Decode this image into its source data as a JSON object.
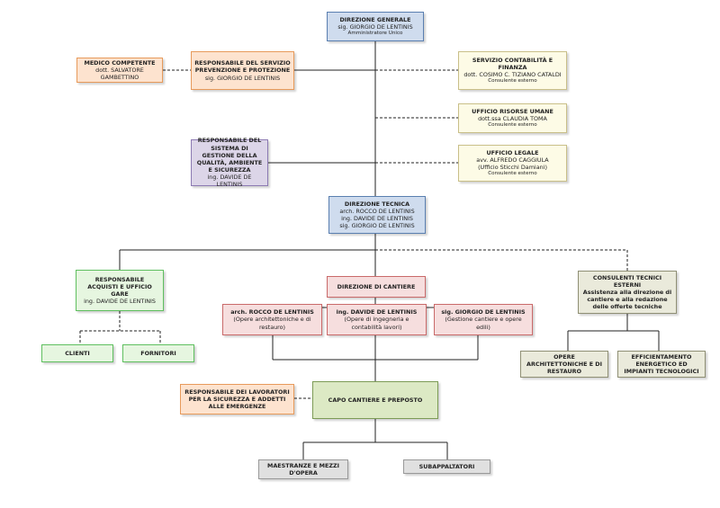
{
  "dg": {
    "title": "DIREZIONE GENERALE",
    "name": "sig. GIORGIO DE LENTINIS",
    "role": "Amministratore Unico"
  },
  "mc": {
    "title": "MEDICO COMPETENTE",
    "name": "dott. SALVATORE GAMBETTINO"
  },
  "rspp": {
    "title": "RESPONSABILE DEL SERVIZIO PREVENZIONE E PROTEZIONE",
    "name": "sig. GIORGIO DE LENTINIS"
  },
  "sc": {
    "title": "SERVIZIO CONTABILITÀ E FINANZA",
    "name": "dott. COSIMO C. TIZIANO CATALDI",
    "role": "Consulente esterno"
  },
  "ur": {
    "title": "UFFICIO RISORSE UMANE",
    "name": "dott.ssa CLAUDIA TOMA",
    "role": "Consulente esterno"
  },
  "ul": {
    "title": "UFFICIO LEGALE",
    "name": "avv. ALFREDO CAGGIULA",
    "sub": "(Ufficio Sticchi Damiani)",
    "role": "Consulente esterno"
  },
  "rsg": {
    "title": "RESPONSABILE DEL SISTEMA DI GESTIONE DELLA QUALITÀ, AMBIENTE E SICUREZZA",
    "name": "ing. DAVIDE DE LENTINIS"
  },
  "dt": {
    "title": "DIREZIONE TECNICA",
    "n1": "arch. ROCCO DE LENTINIS",
    "n2": "ing. DAVIDE DE LENTINIS",
    "n3": "sig. GIORGIO DE LENTINIS"
  },
  "acq": {
    "title": "RESPONSABILE ACQUISTI E UFFICIO GARE",
    "name": "ing. DAVIDE DE LENTINIS"
  },
  "clienti": {
    "title": "CLIENTI"
  },
  "fornitori": {
    "title": "FORNITORI"
  },
  "dc": {
    "title": "DIREZIONE DI CANTIERE"
  },
  "rocco": {
    "name": "arch. ROCCO DE LENTINIS",
    "desc": "(Opere architettoniche e di restauro)"
  },
  "davide": {
    "name": "ing. DAVIDE DE LENTINIS",
    "desc": "(Opere di ingegneria e contabilità lavori)"
  },
  "giorgio": {
    "name": "sig. GIORGIO DE LENTINIS",
    "desc": "(Gestione cantiere e opere edili)"
  },
  "ct": {
    "title": "CONSULENTI TECNICI ESTERNI",
    "desc": "Assistenza alla direzione di cantiere e alla redazione delle offerte tecniche"
  },
  "opere": {
    "title": "OPERE ARCHITETTONICHE E DI RESTAURO"
  },
  "eff": {
    "title": "EFFICIENTAMENTO ENERGETICO ED IMPIANTI TECNOLOGICI"
  },
  "rls": {
    "title": "RESPONSABILE DEI LAVORATORI PER LA SICUREZZA E ADDETTI ALLE EMERGENZE"
  },
  "capo": {
    "title": "CAPO CANTIERE E PREPOSTO"
  },
  "maestranze": {
    "title": "MAESTRANZE E MEZZI D'OPERA"
  },
  "subapp": {
    "title": "SUBAPPALTATORI"
  }
}
